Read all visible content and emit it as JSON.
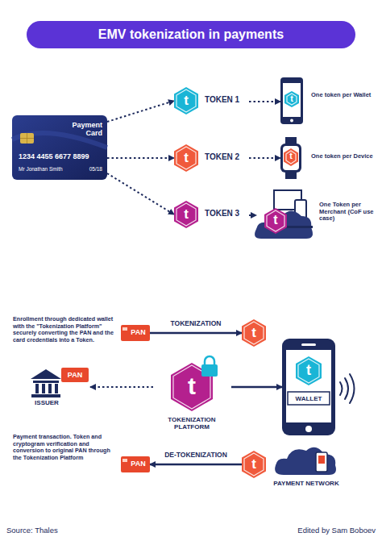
{
  "diagram": {
    "title": "EMV tokenization in payments",
    "nodes": [
      {
        "text": [
          "Payment Card",
          "1234 4455 6677 8899",
          "Mr Jonathan Smith",
          "05/18"
        ]
      },
      {
        "text": [
          "t",
          "TOKEN 1"
        ]
      },
      {
        "text": [
          "t",
          "TOKEN 2"
        ]
      },
      {
        "text": [
          "t",
          "TOKEN 3"
        ]
      },
      {
        "text": [
          "t",
          "One token per Wallet"
        ]
      },
      {
        "text": [
          "t",
          "One token per Device"
        ]
      },
      {
        "text": [
          "t",
          "One Token per Merchant (CoF use case)"
        ]
      },
      {
        "text": [
          "PAN"
        ]
      },
      {
        "text": [
          "t"
        ]
      },
      {
        "text": [
          "PAN",
          "ISSUER"
        ]
      },
      {
        "text": [
          "t",
          "TOKENIZATION PLATFORM"
        ]
      },
      {
        "text": [
          "t",
          "WALLET"
        ]
      },
      {
        "text": [
          "PAN"
        ]
      },
      {
        "text": [
          "t"
        ]
      },
      {
        "text": [
          "PAYMENT NETWORK"
        ]
      }
    ],
    "edges": [
      {
        "from": 0,
        "to": 1,
        "arrow": "to"
      },
      {
        "from": 0,
        "to": 2,
        "arrow": "to"
      },
      {
        "from": 0,
        "to": 3,
        "arrow": "to"
      },
      {
        "from": 1,
        "to": 4,
        "arrow": "to"
      },
      {
        "from": 2,
        "to": 5,
        "arrow": "to"
      },
      {
        "from": 3,
        "to": 6,
        "arrow": "to"
      },
      {
        "from": 7,
        "to": 8,
        "label": "TOKENIZATION",
        "arrow": "to"
      },
      {
        "from": 10,
        "to": 9,
        "arrow": "to"
      },
      {
        "from": 10,
        "to": 11,
        "arrow": "to"
      },
      {
        "from": 13,
        "to": 12,
        "label": "DE-TOKENIZATION",
        "arrow": "to"
      }
    ],
    "labels": [
      "Enrollment through dedicated wallet with the \"Tokenization Platform\" securely converting the PAN and the card credentials into a Token.",
      "Payment transaction. Token and cryptogram verification and conversion to original PAN through the Tokenization Platform",
      "Source: Thales",
      "Edited by Sam Boboev"
    ]
  }
}
